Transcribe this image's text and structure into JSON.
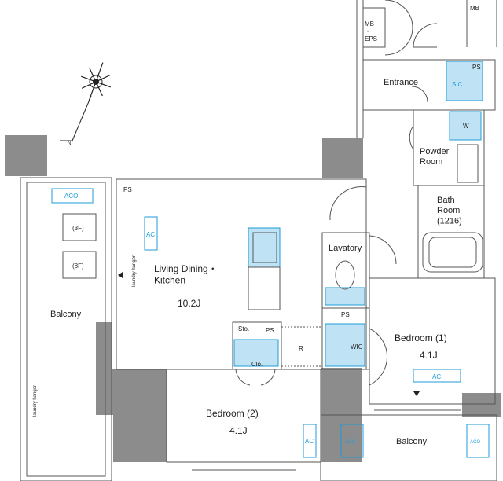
{
  "labels": {
    "mb_top": "MB",
    "mb_eps": "MB\n・\nEPS",
    "ps_top": "PS",
    "entrance": "Entrance",
    "sic": "SIC",
    "washer": "W",
    "powder_room": "Powder\nRoom",
    "bath_room": "Bath\nRoom\n(1216)",
    "ps_ldk": "PS",
    "aco_balcony_left": "ACO",
    "ac_ldk": "AC",
    "living_dining_kitchen": "Living Dining・\nKitchen",
    "ldk_size": "10.2J",
    "lavatory": "Lavatory",
    "ps_lav": "PS",
    "sto": "Sto.",
    "ps_kitchen": "PS",
    "r_mark": "R",
    "wic": "WIC",
    "clo": "Clo.",
    "bedroom1": "Bedroom (1)",
    "bedroom1_size": "4.1J",
    "ac_bed1": "AC",
    "bedroom2": "Bedroom (2)",
    "bedroom2_size": "4.1J",
    "ac_bed2": "AC",
    "balcony_left": "Balcony",
    "balcony_bottom": "Balcony",
    "aco_bottom_left": "ACO",
    "aco_bottom_right": "ACO",
    "unit_3f": "(3F)",
    "unit_8f": "(8F)",
    "laundry_hanger_1": "laundry hanger",
    "laundry_hanger_2": "laundry hanger",
    "north_mark": "N"
  },
  "colors": {
    "wall": "#8c8c8c",
    "line": "#555555",
    "fixture": "#1d9dd8",
    "fixture_fill": "#bfe3f5",
    "text": "#222222"
  },
  "icons": {
    "compass": "compass-rose-icon",
    "door": "door-swing-icon"
  }
}
